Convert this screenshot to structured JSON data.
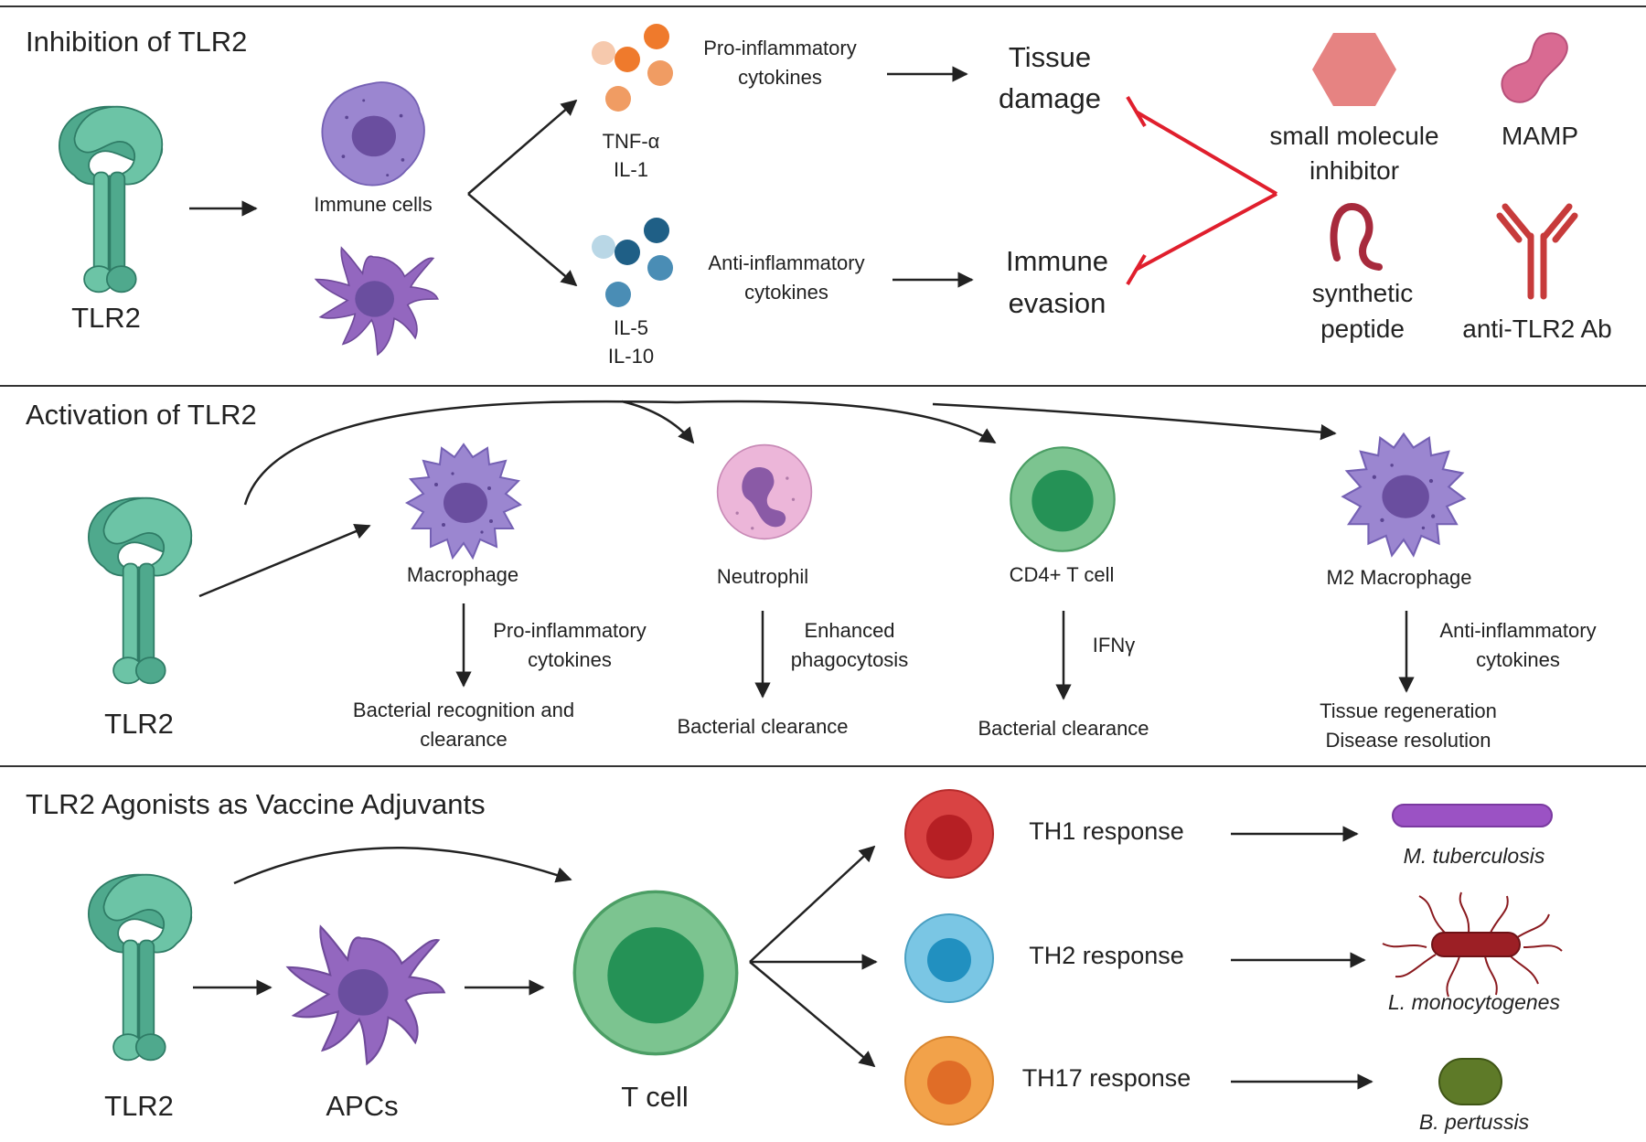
{
  "sections": {
    "inhibition": {
      "title": "Inhibition of TLR2",
      "receptor_label": "TLR2",
      "immune_cells_label": "Immune cells",
      "pro": {
        "label_l1": "Pro-inflammatory",
        "label_l2": "cytokines",
        "cyt_l1": "TNF-α",
        "cyt_l2": "IL-1"
      },
      "anti": {
        "label_l1": "Anti-inflammatory",
        "label_l2": "cytokines",
        "cyt_l1": "IL-5",
        "cyt_l2": "IL-10"
      },
      "outcome_top_l1": "Tissue",
      "outcome_top_l2": "damage",
      "outcome_bottom_l1": "Immune",
      "outcome_bottom_l2": "evasion",
      "inhibitors": {
        "small_molecule_l1": "small molecule",
        "small_molecule_l2": "inhibitor",
        "mamp": "MAMP",
        "peptide_l1": "synthetic",
        "peptide_l2": "peptide",
        "antibody": "anti-TLR2 Ab"
      }
    },
    "activation": {
      "title": "Activation of TLR2",
      "receptor_label": "TLR2",
      "macrophage": {
        "name": "Macrophage",
        "arrow_l1": "Pro-inflammatory",
        "arrow_l2": "cytokines",
        "result_l1": "Bacterial recognition and",
        "result_l2": "clearance"
      },
      "neutrophil": {
        "name": "Neutrophil",
        "arrow_l1": "Enhanced",
        "arrow_l2": "phagocytosis",
        "result_l1": "Bacterial clearance"
      },
      "tcell": {
        "name": "CD4+ T cell",
        "arrow_l1": "IFNγ",
        "result_l1": "Bacterial clearance"
      },
      "m2": {
        "name": "M2 Macrophage",
        "arrow_l1": "Anti-inflammatory",
        "arrow_l2": "cytokines",
        "result_l1": "Tissue regeneration",
        "result_l2": "Disease resolution"
      }
    },
    "vaccine": {
      "title": "TLR2 Agonists as Vaccine Adjuvants",
      "receptor_label": "TLR2",
      "apcs_label": "APCs",
      "tcell_label": "T cell",
      "responses": [
        {
          "label": "TH1 response",
          "pathogen": "M. tuberculosis",
          "color": "#d23a3a"
        },
        {
          "label": "TH2 response",
          "pathogen": "L. monocytogenes",
          "color": "#4ab0d6"
        },
        {
          "label": "TH17 response",
          "pathogen": "B. pertussis",
          "color": "#ec8a34"
        }
      ]
    }
  },
  "colors": {
    "tlr2": "#55b89a",
    "inhibit_line": "#e01f2d",
    "immune_purple": "#9b86d0",
    "dendritic_purple": "#9367bf",
    "tcell_green": "#7cc490",
    "neutrophil_pink": "#e2a4cf",
    "pro_cytokine": "#f07d3a",
    "anti_cytokine": "#2a6f97"
  },
  "icons": [
    "tlr2-receptor-icon",
    "macrophage-icon",
    "dendritic-cell-icon",
    "neutrophil-icon",
    "t-cell-icon",
    "hexagon-icon",
    "mamp-icon",
    "peptide-icon",
    "antibody-icon",
    "bacterium-icon"
  ]
}
